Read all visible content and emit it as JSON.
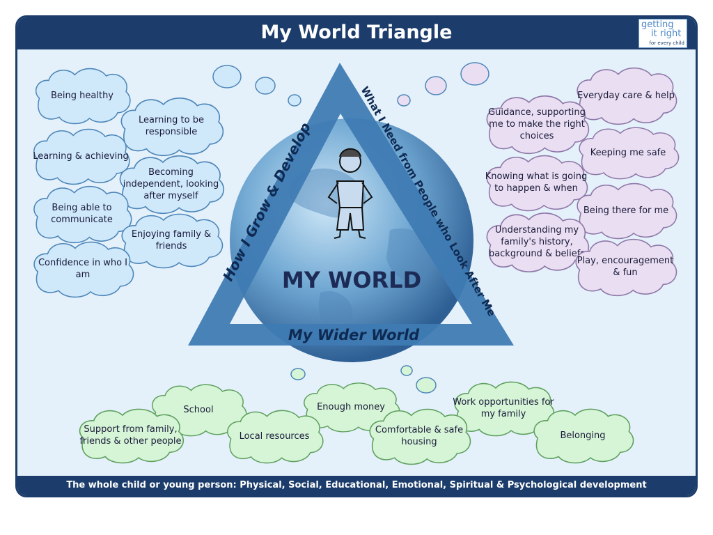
{
  "title": "My World Triangle",
  "logo": {
    "line1": "getting",
    "line2": "it right",
    "line3": "for every child"
  },
  "footer": "The whole child or young person: Physical, Social, Educational, Emotional, Spiritual & Psychological development",
  "triangle": {
    "left_side": "How I Grow & Develop",
    "right_side": "What I Need from People who Look After Me",
    "bottom_side": "My Wider World",
    "center": "MY WORLD"
  },
  "grow_develop": [
    "Being healthy",
    "Learning to be responsible",
    "Learning & achieving",
    "Becoming independent, looking after myself",
    "Being able to communicate",
    "Enjoying family & friends",
    "Confidence in who I am"
  ],
  "need_from_people": [
    "Everyday care & help",
    "Guidance, supporting me to make the right choices",
    "Keeping me safe",
    "Knowing what is going to happen & when",
    "Being there for me",
    "Understanding my family's history, background & beliefs",
    "Play, encouragement & fun"
  ],
  "wider_world": [
    "School",
    "Enough money",
    "Work opportunities for my family",
    "Support from family, friends & other people",
    "Local resources",
    "Comfortable & safe housing",
    "Belonging"
  ],
  "colors": {
    "blue_cloud": "#cfe9fb",
    "pink_cloud": "#eadff2",
    "green_cloud": "#d6f5d6",
    "navy": "#1c3d6b",
    "triangle": "#3f7bb3"
  }
}
